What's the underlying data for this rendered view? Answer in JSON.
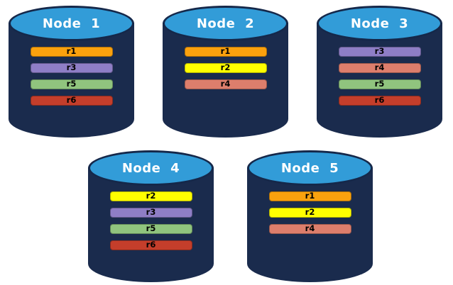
{
  "diagram": {
    "background": "#ffffff",
    "cylinder": {
      "top_fill": "#329CD8",
      "top_border": "#15284A",
      "body_fill": "#1A2B4D",
      "title_color": "#FFFFFF",
      "label_color": "#000000"
    },
    "replica_colors": {
      "r1": "#FAA10E",
      "r2": "#FFFF00",
      "r3": "#8E7EC6",
      "r4": "#DD7E6C",
      "r5": "#90C47E",
      "r6": "#C43E2B"
    },
    "nodes": [
      {
        "label": "Node 1",
        "replicas": [
          "r1",
          "r3",
          "r5",
          "r6"
        ]
      },
      {
        "label": "Node 2",
        "replicas": [
          "r1",
          "r2",
          "r4"
        ]
      },
      {
        "label": "Node 3",
        "replicas": [
          "r3",
          "r4",
          "r5",
          "r6"
        ]
      },
      {
        "label": "Node 4",
        "replicas": [
          "r2",
          "r3",
          "r5",
          "r6"
        ]
      },
      {
        "label": "Node 5",
        "replicas": [
          "r1",
          "r2",
          "r4"
        ]
      }
    ]
  }
}
